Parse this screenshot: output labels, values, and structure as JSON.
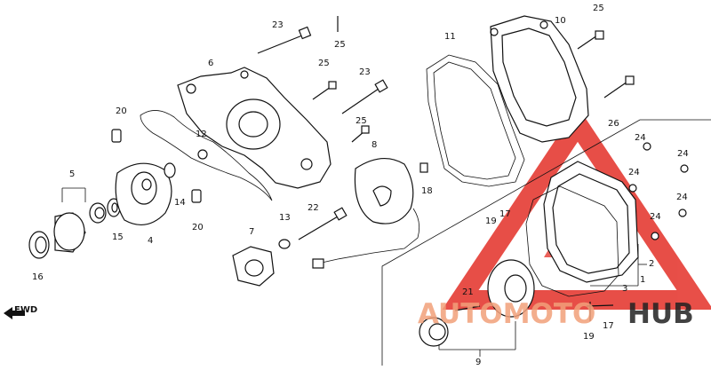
{
  "callouts": {
    "n1": "1",
    "n2": "2",
    "n3": "3",
    "n4": "4",
    "n5": "5",
    "n6": "6",
    "n7": "7",
    "n8": "8",
    "n9": "9",
    "n10": "10",
    "n11": "11",
    "n12": "12",
    "n13": "13",
    "n14": "14",
    "n15": "15",
    "n16": "16",
    "n17a": "17",
    "n17b": "17",
    "n18": "18",
    "n19a": "19",
    "n19b": "19",
    "n20a": "20",
    "n20b": "20",
    "n21": "21",
    "n22": "22",
    "n23a": "23",
    "n23b": "23",
    "n24a": "24",
    "n24b": "24",
    "n24c": "24",
    "n24d": "24",
    "n24e": "24",
    "n25a": "25",
    "n25b": "25",
    "n25c": "25",
    "n25d": "25",
    "n26": "26"
  },
  "fwd_label": "FWD",
  "watermark": {
    "part1": "AUTOMOTO",
    "part2": "HUB",
    "accent": "#f2a07a",
    "dark": "#222222",
    "triangle": "#e2231a"
  }
}
